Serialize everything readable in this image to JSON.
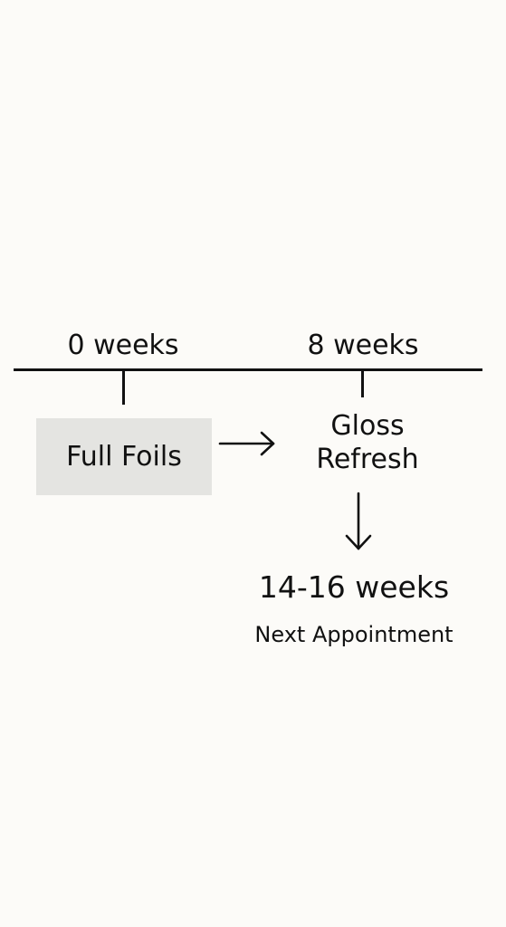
{
  "timeline": {
    "markers": [
      {
        "label": "0 weeks"
      },
      {
        "label": "8 weeks"
      }
    ]
  },
  "steps": {
    "first": "Full Foils",
    "second_line1": "Gloss",
    "second_line2": "Refresh"
  },
  "next": {
    "interval": "14-16 weeks",
    "caption": "Next Appointment"
  },
  "colors": {
    "background": "#fcfbf8",
    "ink": "#111111",
    "box_fill": "#e4e4e1"
  }
}
